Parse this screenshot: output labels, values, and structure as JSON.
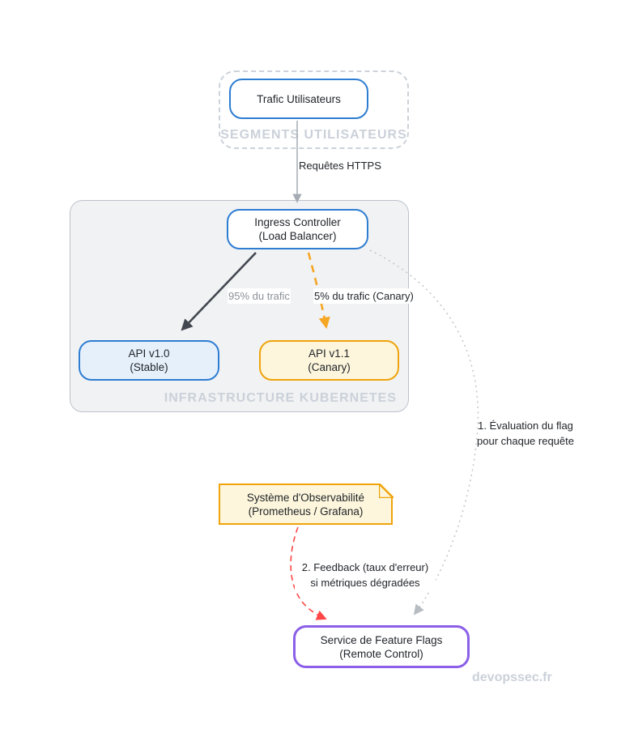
{
  "diagram": {
    "watermark": "devopssec.fr",
    "groups": {
      "segments": {
        "label": "SEGMENTS UTILISATEURS"
      },
      "kubernetes": {
        "label": "INFRASTRUCTURE KUBERNETES"
      }
    },
    "nodes": {
      "user_traffic": {
        "line1": "Trafic Utilisateurs"
      },
      "ingress": {
        "line1": "Ingress Controller",
        "line2": "(Load Balancer)"
      },
      "api_stable": {
        "line1": "API v1.0",
        "line2": "(Stable)"
      },
      "api_canary": {
        "line1": "API v1.1",
        "line2": "(Canary)"
      },
      "observability": {
        "line1": "Système d'Observabilité",
        "line2": "(Prometheus / Grafana)"
      },
      "feature_flags": {
        "line1": "Service de Feature Flags",
        "line2": "(Remote Control)"
      }
    },
    "edges": {
      "https": {
        "label": "Requêtes HTTPS"
      },
      "stable_traffic": {
        "label": "95% du trafic"
      },
      "canary_traffic": {
        "label": "5% du trafic (Canary)"
      },
      "flag_evaluation": {
        "line1": "1. Évaluation du flag",
        "line2": "pour chaque requête"
      },
      "feedback": {
        "line1": "2. Feedback (taux d'erreur)",
        "line2": "si métriques dégradées"
      }
    },
    "colors": {
      "blue_border": "#2d7dd2",
      "blue_fill": "#e6f0fb",
      "orange_border": "#f0a30a",
      "yellow_fill": "#fdf6dc",
      "purple_border": "#8b5fe8",
      "red_arrow": "#ff4747",
      "dark_arrow": "#42484f",
      "gray_arrow": "#a6acb3",
      "dotted_gray": "#c4c9ce",
      "muted_label": "#8a9198",
      "group_label": "#cbd1d9"
    }
  }
}
